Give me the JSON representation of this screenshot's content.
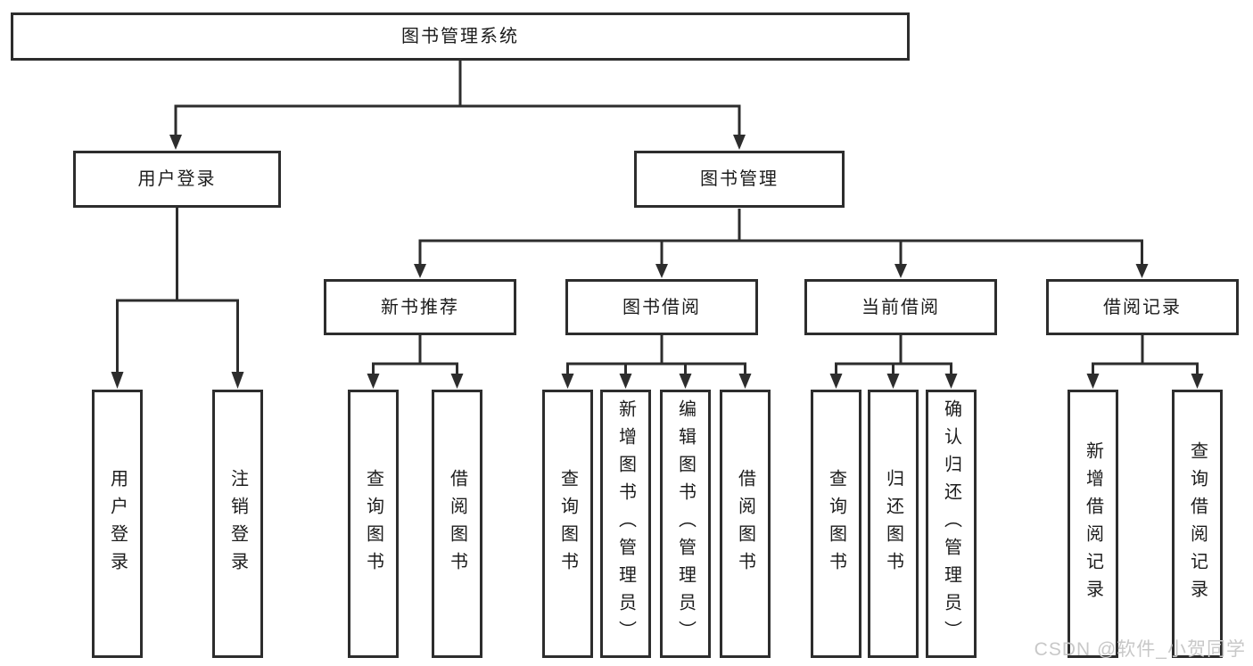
{
  "diagram": {
    "root": {
      "label": "图书管理系统"
    },
    "level2": [
      {
        "label": "用户登录"
      },
      {
        "label": "图书管理"
      }
    ],
    "level3": [
      {
        "label": "新书推荐"
      },
      {
        "label": "图书借阅"
      },
      {
        "label": "当前借阅"
      },
      {
        "label": "借阅记录"
      }
    ],
    "leaves": {
      "user_login": [
        "用户登录",
        "注销登录"
      ],
      "new_book_recommend": [
        "查询图书",
        "借阅图书"
      ],
      "book_borrow": [
        "查询图书",
        "新增图书（管理员）",
        "编辑图书（管理员）",
        "借阅图书"
      ],
      "current_borrow": [
        "查询图书",
        "归还图书",
        "确认归还（管理员）"
      ],
      "borrow_records": [
        "新增借阅记录",
        "查询借阅记录"
      ]
    }
  },
  "watermark": {
    "text": "CSDN @软件_小贺同学"
  },
  "colors": {
    "line": "#2d2d2d",
    "box_border": "#2d2d2d",
    "text": "#1c1c1c",
    "background": "#ffffff",
    "watermark": "#c8c8c8"
  }
}
